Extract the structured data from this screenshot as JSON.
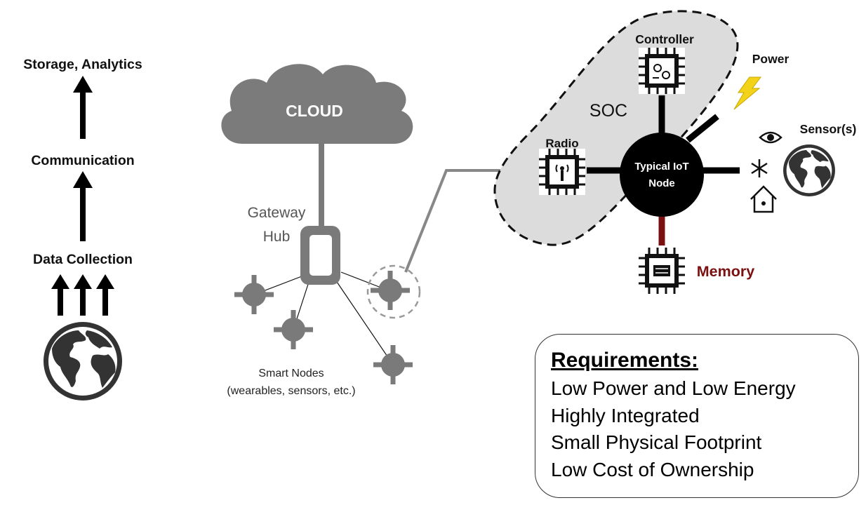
{
  "flow": {
    "storage": "Storage, Analytics",
    "communication": "Communication",
    "data_collection": "Data Collection"
  },
  "network": {
    "cloud": "CLOUD",
    "gateway_line1": "Gateway",
    "gateway_line2": "Hub",
    "smart_nodes_line1": "Smart Nodes",
    "smart_nodes_line2": "(wearables, sensors, etc.)"
  },
  "iot_node": {
    "soc": "SOC",
    "controller": "Controller",
    "radio": "Radio",
    "power": "Power",
    "sensors": "Sensor(s)",
    "node_line1": "Typical IoT",
    "node_line2": "Node",
    "memory": "Memory"
  },
  "requirements": {
    "title": "Requirements:",
    "items": [
      "Low Power and Low Energy",
      "Highly Integrated",
      "Small Physical Footprint",
      "Low Cost of Ownership"
    ]
  },
  "colors": {
    "memory": "#7a1010",
    "power_bolt": "#f2d31a",
    "soc_fill": "#dcdcdc",
    "network_gray": "#7a7a7a",
    "cloud_fill": "#7b7b7b"
  },
  "icons": [
    "globe-icon",
    "cloud-icon",
    "chip-icon",
    "lightning-icon",
    "eye-icon",
    "snowflake-icon",
    "house-icon"
  ]
}
